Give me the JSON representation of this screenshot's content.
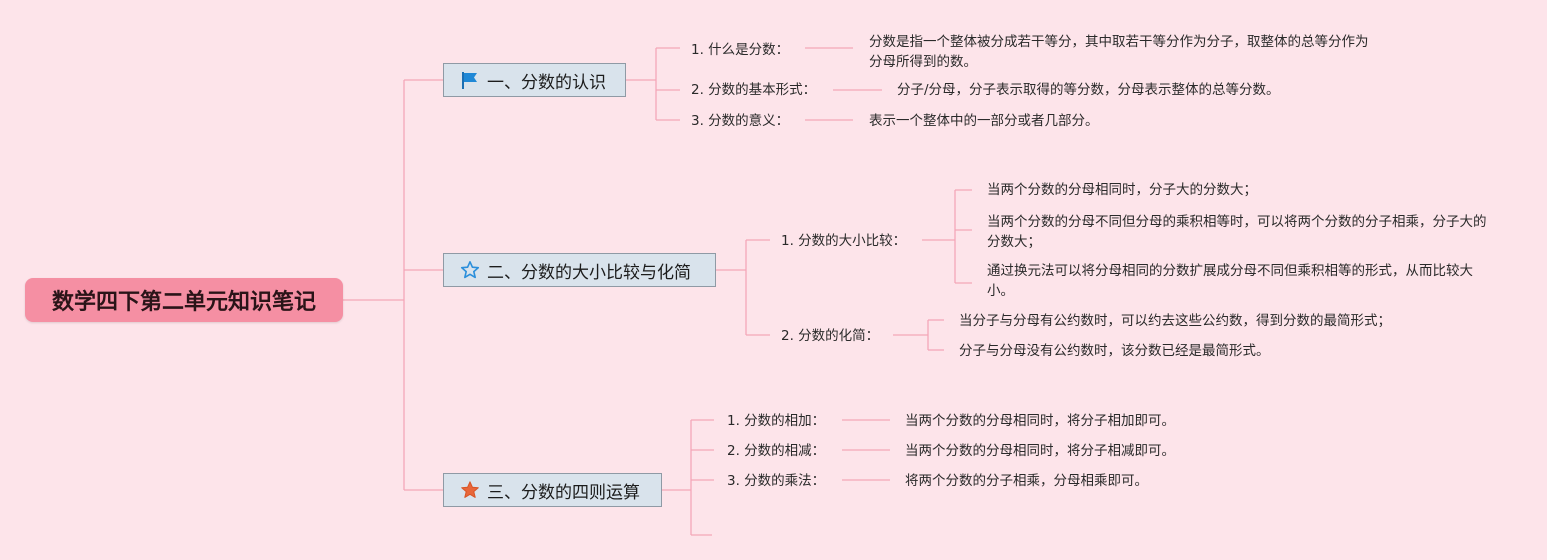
{
  "root": {
    "title": "数学四下第二单元知识笔记"
  },
  "colors": {
    "background": "#fde4ea",
    "root_fill": "#f58fa3",
    "line": "#f4a6b8",
    "branch_fill": "#d9e3ec"
  },
  "branches": [
    {
      "label": "一、分数的认识",
      "icon": "flag-icon",
      "subs": [
        {
          "label": "1. 什么是分数：",
          "leaves": [
            "分数是指一个整体被分成若干等分，其中取若干等分作为分子，取整体的总等分作为分母所得到的数。"
          ]
        },
        {
          "label": "2. 分数的基本形式：",
          "leaves": [
            "分子/分母，分子表示取得的等分数，分母表示整体的总等分数。"
          ]
        },
        {
          "label": "3. 分数的意义：",
          "leaves": [
            "表示一个整体中的一部分或者几部分。"
          ]
        }
      ]
    },
    {
      "label": "二、分数的大小比较与化简",
      "icon": "star-outline-icon",
      "subs": [
        {
          "label": "1. 分数的大小比较：",
          "leaves": [
            "当两个分数的分母相同时，分子大的分数大；",
            "当两个分数的分母不同但分母的乘积相等时，可以将两个分数的分子相乘，分子大的分数大；",
            "通过换元法可以将分母相同的分数扩展成分母不同但乘积相等的形式，从而比较大小。"
          ]
        },
        {
          "label": "2. 分数的化简：",
          "leaves": [
            "当分子与分母有公约数时，可以约去这些公约数，得到分数的最简形式；",
            "分子与分母没有公约数时，该分数已经是最简形式。"
          ]
        }
      ]
    },
    {
      "label": "三、分数的四则运算",
      "icon": "star-filled-icon",
      "subs": [
        {
          "label": "1. 分数的相加：",
          "leaves": [
            "当两个分数的分母相同时，将分子相加即可。"
          ]
        },
        {
          "label": "2. 分数的相减：",
          "leaves": [
            "当两个分数的分母相同时，将分子相减即可。"
          ]
        },
        {
          "label": "3. 分数的乘法：",
          "leaves": [
            "将两个分数的分子相乘，分母相乘即可。"
          ]
        }
      ]
    }
  ]
}
